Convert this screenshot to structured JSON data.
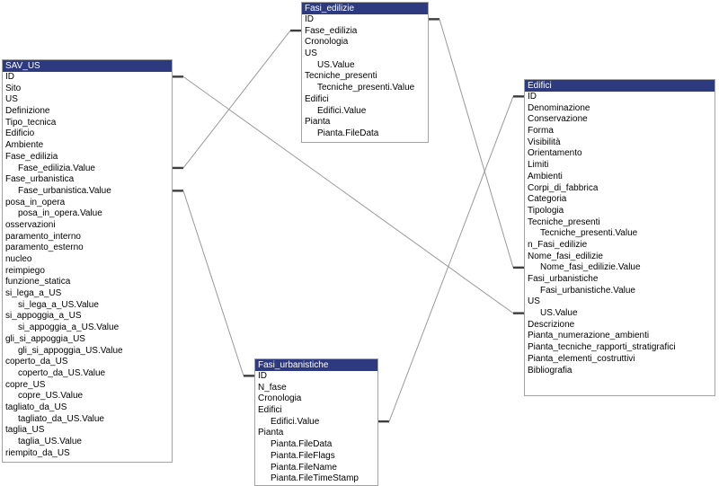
{
  "diagram": {
    "tables": [
      {
        "title": "SAV_US",
        "fields": [
          {
            "name": "ID",
            "indent": 0
          },
          {
            "name": "Sito",
            "indent": 0
          },
          {
            "name": "US",
            "indent": 0
          },
          {
            "name": "Definizione",
            "indent": 0
          },
          {
            "name": "Tipo_tecnica",
            "indent": 0
          },
          {
            "name": "Edificio",
            "indent": 0
          },
          {
            "name": "Ambiente",
            "indent": 0
          },
          {
            "name": "Fase_edilizia",
            "indent": 0
          },
          {
            "name": "Fase_edilizia.Value",
            "indent": 1
          },
          {
            "name": "Fase_urbanistica",
            "indent": 0
          },
          {
            "name": "Fase_urbanistica.Value",
            "indent": 1
          },
          {
            "name": "posa_in_opera",
            "indent": 0
          },
          {
            "name": "posa_in_opera.Value",
            "indent": 1
          },
          {
            "name": "osservazioni",
            "indent": 0
          },
          {
            "name": "paramento_interno",
            "indent": 0
          },
          {
            "name": "paramento_esterno",
            "indent": 0
          },
          {
            "name": "nucleo",
            "indent": 0
          },
          {
            "name": "reimpiego",
            "indent": 0
          },
          {
            "name": "funzione_statica",
            "indent": 0
          },
          {
            "name": "si_lega_a_US",
            "indent": 0
          },
          {
            "name": "si_lega_a_US.Value",
            "indent": 1
          },
          {
            "name": "si_appoggia_a_US",
            "indent": 0
          },
          {
            "name": "si_appoggia_a_US.Value",
            "indent": 1
          },
          {
            "name": "gli_si_appoggia_US",
            "indent": 0
          },
          {
            "name": "gli_si_appoggia_US.Value",
            "indent": 1
          },
          {
            "name": "coperto_da_US",
            "indent": 0
          },
          {
            "name": "coperto_da_US.Value",
            "indent": 1
          },
          {
            "name": "copre_US",
            "indent": 0
          },
          {
            "name": "copre_US.Value",
            "indent": 1
          },
          {
            "name": "tagliato_da_US",
            "indent": 0
          },
          {
            "name": "tagliato_da_US.Value",
            "indent": 1
          },
          {
            "name": "taglia_US",
            "indent": 0
          },
          {
            "name": "taglia_US.Value",
            "indent": 1
          },
          {
            "name": "riempito_da_US",
            "indent": 0
          }
        ]
      },
      {
        "title": "Fasi_edilizie",
        "fields": [
          {
            "name": "ID",
            "indent": 0
          },
          {
            "name": "Fase_edilizia",
            "indent": 0
          },
          {
            "name": "Cronologia",
            "indent": 0
          },
          {
            "name": "US",
            "indent": 0
          },
          {
            "name": "US.Value",
            "indent": 1
          },
          {
            "name": "Tecniche_presenti",
            "indent": 0
          },
          {
            "name": "Tecniche_presenti.Value",
            "indent": 1
          },
          {
            "name": "Edifici",
            "indent": 0
          },
          {
            "name": "Edifici.Value",
            "indent": 1
          },
          {
            "name": "Pianta",
            "indent": 0
          },
          {
            "name": "Pianta.FileData",
            "indent": 1
          }
        ]
      },
      {
        "title": "Fasi_urbanistiche",
        "fields": [
          {
            "name": "ID",
            "indent": 0
          },
          {
            "name": "N_fase",
            "indent": 0
          },
          {
            "name": "Cronologia",
            "indent": 0
          },
          {
            "name": "Edifici",
            "indent": 0
          },
          {
            "name": "Edifici.Value",
            "indent": 1
          },
          {
            "name": "Pianta",
            "indent": 0
          },
          {
            "name": "Pianta.FileData",
            "indent": 1
          },
          {
            "name": "Pianta.FileFlags",
            "indent": 1
          },
          {
            "name": "Pianta.FileName",
            "indent": 1
          },
          {
            "name": "Pianta.FileTimeStamp",
            "indent": 1
          }
        ]
      },
      {
        "title": "Edifici",
        "fields": [
          {
            "name": "ID",
            "indent": 0
          },
          {
            "name": "Denominazione",
            "indent": 0
          },
          {
            "name": "Conservazione",
            "indent": 0
          },
          {
            "name": "Forma",
            "indent": 0
          },
          {
            "name": "Visibilità",
            "indent": 0
          },
          {
            "name": "Orientamento",
            "indent": 0
          },
          {
            "name": "Limiti",
            "indent": 0
          },
          {
            "name": "Ambienti",
            "indent": 0
          },
          {
            "name": "Corpi_di_fabbrica",
            "indent": 0
          },
          {
            "name": "Categoria",
            "indent": 0
          },
          {
            "name": "Tipologia",
            "indent": 0
          },
          {
            "name": "Tecniche_presenti",
            "indent": 0
          },
          {
            "name": "Tecniche_presenti.Value",
            "indent": 1
          },
          {
            "name": "n_Fasi_edilizie",
            "indent": 0
          },
          {
            "name": "Nome_fasi_edilizie",
            "indent": 0
          },
          {
            "name": "Nome_fasi_edilizie.Value",
            "indent": 1
          },
          {
            "name": "Fasi_urbanistiche",
            "indent": 0
          },
          {
            "name": "Fasi_urbanistiche.Value",
            "indent": 1
          },
          {
            "name": "US",
            "indent": 0
          },
          {
            "name": "US.Value",
            "indent": 1
          },
          {
            "name": "Descrizione",
            "indent": 0
          },
          {
            "name": "Pianta_numerazione_ambienti",
            "indent": 0
          },
          {
            "name": "Pianta_tecniche_rapporti_stratigrafici",
            "indent": 0
          },
          {
            "name": "Pianta_elementi_costruttivi",
            "indent": 0
          },
          {
            "name": "Bibliografia",
            "indent": 0
          }
        ]
      }
    ],
    "relations": [
      {
        "from_table": "SAV_US",
        "from_field": "ID",
        "to_table": "Edifici",
        "to_field": "US.Value"
      },
      {
        "from_table": "SAV_US",
        "from_field": "Fase_edilizia.Value",
        "to_table": "Fasi_edilizie",
        "to_field": "Fase_edilizia"
      },
      {
        "from_table": "SAV_US",
        "from_field": "Fase_urbanistica.Value",
        "to_table": "Fasi_urbanistiche",
        "to_field": "ID"
      },
      {
        "from_table": "Fasi_edilizie",
        "from_field": "ID",
        "to_table": "Edifici",
        "to_field": "Nome_fasi_edilizie.Value"
      },
      {
        "from_table": "Fasi_urbanistiche",
        "from_field": "Edifici.Value",
        "to_table": "Edifici",
        "to_field": "ID"
      }
    ]
  },
  "colors": {
    "header_bg": "#2e3a80",
    "header_text": "#ffffff",
    "table_border": "#a3a3a3",
    "line": "#999999",
    "tick": "#3d3d3d",
    "text": "#000000",
    "background": "#ffffff"
  }
}
